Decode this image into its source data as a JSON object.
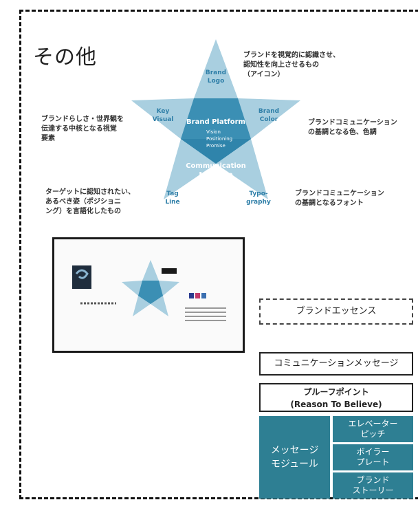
{
  "page": {
    "title": "その他"
  },
  "star": {
    "center_title": "Brand Platform",
    "center_items": [
      "Vision",
      "Positioning",
      "Promise"
    ],
    "center_bottom": "Communication\nMessage",
    "points": {
      "top": "Brand\nLogo",
      "left": "Key\nVisual",
      "right": "Brand\nColor",
      "bottom_left": "Tag\nLine",
      "bottom_right": "Typo-\ngraphy"
    }
  },
  "notes": {
    "logo": "ブランドを視覚的に認識させ、\n認知性を向上させるもの\n（アイコン）",
    "key_visual": "ブランドらしさ・世界観を\n伝達する中核となる視覚\n要素",
    "color": "ブランドコミュニケーション\nの基調となる色、色調",
    "tagline": "ターゲットに認知されたい、\nあるべき姿（ポジショニ\nング）を言語化したもの",
    "typography": "ブランドコミュニケーション\nの基調となるフォント"
  },
  "stack": {
    "essence": "ブランドエッセンス",
    "message": "コミュニケーションメッセージ",
    "proof": "プルーフポイント\n(Reason To Believe)",
    "module_label": "メッセージ\nモジュール",
    "modules": [
      "エレベーター\nピッチ",
      "ボイラー\nプレート",
      "ブランド\nストーリー"
    ]
  },
  "colors": {
    "star_outer": "#a9cfe0",
    "star_inner": "#3b8fb4",
    "module": "#2e7f93"
  }
}
